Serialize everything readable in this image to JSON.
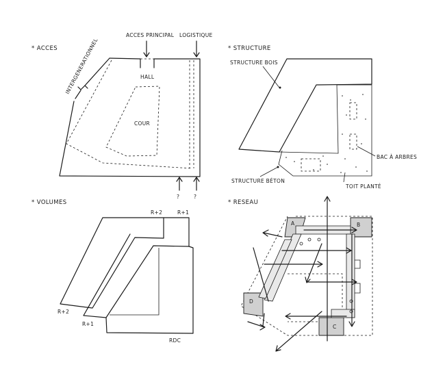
{
  "panels": {
    "acces": {
      "title": "* ACCES",
      "labels": {
        "acces_principal": "ACCES PRINCIPAL",
        "logistique": "LOGISTIQUE",
        "intergenerationnel": "INTERGENERATIONNEL",
        "hall": "HALL",
        "cour": "COUR",
        "q1": "?",
        "q2": "?"
      }
    },
    "structure": {
      "title": "* STRUCTURE",
      "labels": {
        "structure_bois": "STRUCTURE BOIS",
        "bac_arbres": "BAC À ARBRES",
        "structure_beton": "STRUCTURE BÉTON",
        "toit_plante": "TOIT PLANTÉ"
      }
    },
    "volumes": {
      "title": "* VOLUMES",
      "labels": {
        "r2_top": "R+2",
        "r1_top": "R+1",
        "r2_left": "R+2",
        "r1_left": "R+1",
        "rdc": "RDC"
      }
    },
    "reseau": {
      "title": "* RESEAU",
      "labels": {
        "a": "A",
        "b": "B",
        "c": "C",
        "d": "D"
      }
    }
  }
}
